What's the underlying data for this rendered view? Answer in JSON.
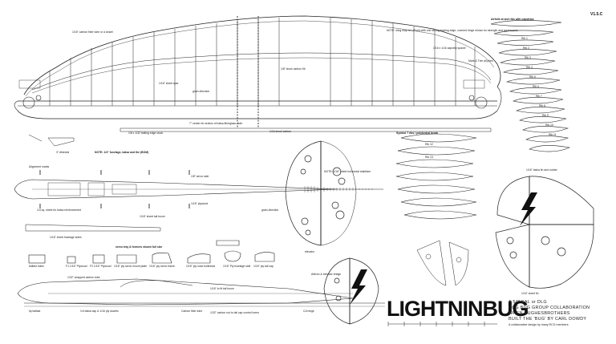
{
  "version_tag": "V1.5.C",
  "title": "LIGHTNINBUG",
  "subtitle_lines": [
    "A 54\" SAL or DLG",
    "RCG BUG GROUP COLLABORATION",
    "WHEN HUGHESBROTHERS",
    "BUILT THE 'BUG' BY CARL DOWDY"
  ],
  "credit_line": "A collaborative design by many RCG members",
  "wing": {
    "main_note": "NOTE: wing may be LiPoed with one strong leading edge, covered hinge shown for strength and appearance",
    "root_note": "1/16\" carbon fiber tube or a dowel",
    "tip_note": "Mark & Trim all plies",
    "te_note": "1/8 x 1/32 trailing edge stock",
    "joiner_note": "1/8\" stock carbon fib",
    "center_note": "7\" center rib section of balsa fiberglass cloth",
    "le_note": "1/16 sheet carbon",
    "grain_label": "grain direction",
    "cap_label": "1/16 x 1/16 capstrip spacer",
    "spar_label": "1/16\" sheet spar",
    "wing_dihedral": "3\" dihedral"
  },
  "airfoils": {
    "header": "Airfoils at and ribs with capstrips",
    "header2": "Symbol 7 ribs / polyhedral break",
    "rib_labels": [
      "Rib 1",
      "Rib 2",
      "Rib 3",
      "Rib 4",
      "Rib 5",
      "Rib 6",
      "Rib 7",
      "Rib 8",
      "Rib 9",
      "Rib 10",
      "Rib 11",
      "Rib 12",
      "Rib 13"
    ]
  },
  "fuselage": {
    "header": "NOTE: 1/4\" fuselage, balsa and the (BOM)",
    "note1": "Alignment marks",
    "note2": "1/16\" sheet fuselage sides",
    "note3": "1/8\" servo side",
    "note4": "1/4 sq. sheet for balsa reinforcement",
    "note5": "1/16\" plywood",
    "note6": "1/16\" sheet tail boom",
    "note7": "1/32\" wrapped carbon tube",
    "note8": "tip ballast",
    "note9": "1/4 balsa cap & 1/16 ply dowels",
    "note10": "Carbon fiber tube"
  },
  "stab": {
    "note": "NOTE: 1/16\" sheet horizontal stabilizer",
    "grain": "grain direction",
    "elevator": "elevator"
  },
  "fin": {
    "note": "1/16\" balsa fin and rudder",
    "sheet_label": "1/16\" sheet fin"
  },
  "formers": {
    "header": "servo tray & formers shown full size",
    "items": [
      "F1\n1/16\" Plywood",
      "F2\n1/16\" Plywood",
      "1/16\" ply servo mount plate",
      "1/16\" ply servo frame",
      "1/16\" ply nose bulkhead",
      "1/16\" Ply fuselage side",
      "1/16\" ply tail cap"
    ],
    "ballast": "ballast holes"
  },
  "tail_notes": {
    "boom_note": "1/16\" to fit tail boom",
    "pushrod": "1/32\" carbon rod to tail cap control horns",
    "rudder_note": "Aileron & elevator bridge",
    "hinge_note": "CA hinge"
  }
}
